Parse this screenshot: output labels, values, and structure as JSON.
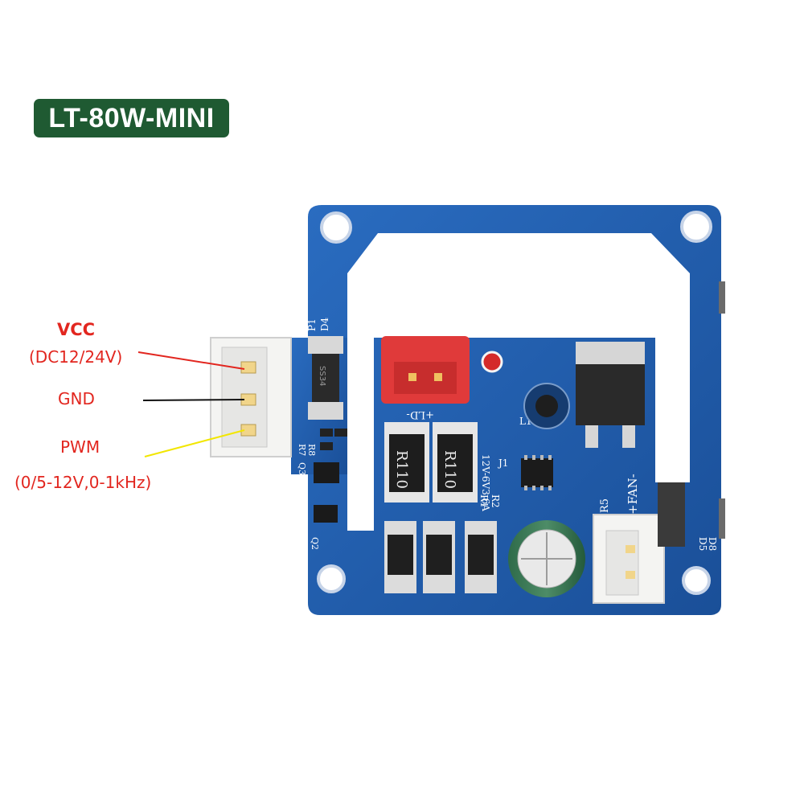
{
  "product": {
    "model_badge": "LT-80W-MINI"
  },
  "pins": [
    {
      "name": "VCC",
      "detail": "(DC12/24V)",
      "wire_color": "#e2261f"
    },
    {
      "name": "GND",
      "detail": "",
      "wire_color": "#111111"
    },
    {
      "name": "PWM",
      "detail": "(0/5-12V,0-1kHz)",
      "wire_color": "#f2e600"
    }
  ],
  "colors": {
    "badge_bg": "#1f5a32",
    "pcb_blue": "#1f5fb0",
    "label_red": "#e2261f",
    "connector_red": "#e03a3a"
  },
  "board_silkscreen": {
    "p1": "P1",
    "d4": "D4",
    "ss34": "SS34",
    "r110_a": "R110",
    "r110_b": "R110",
    "ld": "+LD-",
    "l1": "L1",
    "j1": "J1",
    "rating": "12V-6V3.6A",
    "r1": "R1",
    "r2": "R2",
    "r5": "R5",
    "fan": "+FAN-",
    "d5": "D5",
    "d8": "D8",
    "q2": "Q2",
    "q3": "Q3",
    "r8": "R8",
    "r7": "R7"
  }
}
